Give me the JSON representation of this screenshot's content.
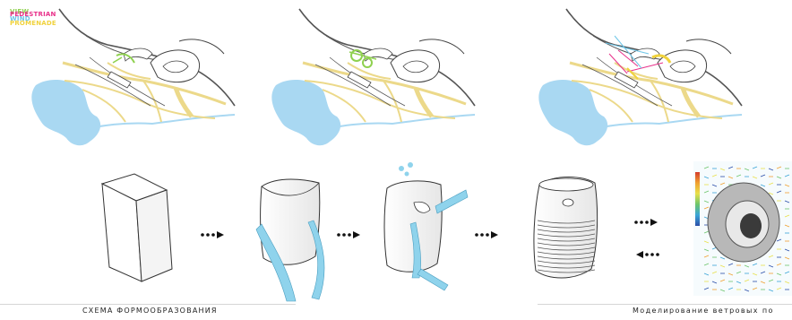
{
  "legend": {
    "items": [
      {
        "label": "VIEW",
        "color": "#8fd14f"
      },
      {
        "label": "PEDESTRIAN",
        "color": "#e8318a"
      },
      {
        "label": "WIND",
        "color": "#6ec6e8"
      },
      {
        "label": "PROMENADE",
        "color": "#f0d23c"
      }
    ]
  },
  "captions": {
    "left": "СХЕМА ФОРМООБРАЗОВАНИЯ",
    "right": "Моделирование ветровых по"
  },
  "colors": {
    "water": "#a9d8f2",
    "path": "#ecd98a",
    "road": "#555555",
    "ribbon": "#8fd3ec",
    "heatmap_ramp": [
      "#d43c2b",
      "#f0a030",
      "#e8e04a",
      "#6cc56c",
      "#3aa5d8",
      "#2b4fa8"
    ]
  },
  "icons": {
    "arrow": "dotted-arrow-icon"
  }
}
